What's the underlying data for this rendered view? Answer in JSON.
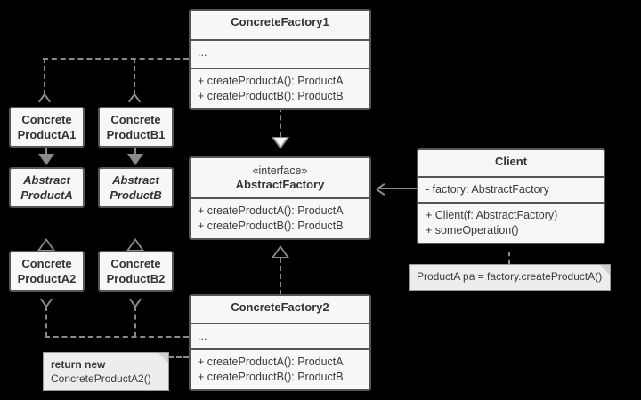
{
  "diagram": {
    "title": "Abstract Factory pattern UML class diagram",
    "background_color": "#000000",
    "box_fill": "#f7f7f7",
    "box_border": "#555555",
    "connector_color": "#8a8a8a",
    "note_fill": "#ededed"
  },
  "classes": {
    "concrete_factory_1": {
      "name": "ConcreteFactory1",
      "attributes": [
        "..."
      ],
      "operations": [
        "+ createProductA(): ProductA",
        "+ createProductB(): ProductB"
      ]
    },
    "concrete_factory_2": {
      "name": "ConcreteFactory2",
      "attributes": [
        "..."
      ],
      "operations": [
        "+ createProductA(): ProductA",
        "+ createProductB(): ProductB"
      ]
    },
    "abstract_factory": {
      "stereotype": "«interface»",
      "name": "AbstractFactory",
      "operations": [
        "+ createProductA(): ProductA",
        "+ createProductB(): ProductB"
      ]
    },
    "client": {
      "name": "Client",
      "attributes": [
        "- factory: AbstractFactory"
      ],
      "operations": [
        "+ Client(f: AbstractFactory)",
        "+ someOperation()"
      ]
    },
    "concrete_product_a1": {
      "line1": "Concrete",
      "line2": "ProductA1"
    },
    "concrete_product_b1": {
      "line1": "Concrete",
      "line2": "ProductB1"
    },
    "abstract_product_a": {
      "line1": "Abstract",
      "line2": "ProductA"
    },
    "abstract_product_b": {
      "line1": "Abstract",
      "line2": "ProductB"
    },
    "concrete_product_a2": {
      "line1": "Concrete",
      "line2": "ProductA2"
    },
    "concrete_product_b2": {
      "line1": "Concrete",
      "line2": "ProductB2"
    }
  },
  "notes": {
    "client_note": {
      "text": "ProductA pa = factory.createProductA()"
    },
    "factory_note": {
      "line1": "return new",
      "line2": "ConcreteProductA2()"
    }
  }
}
